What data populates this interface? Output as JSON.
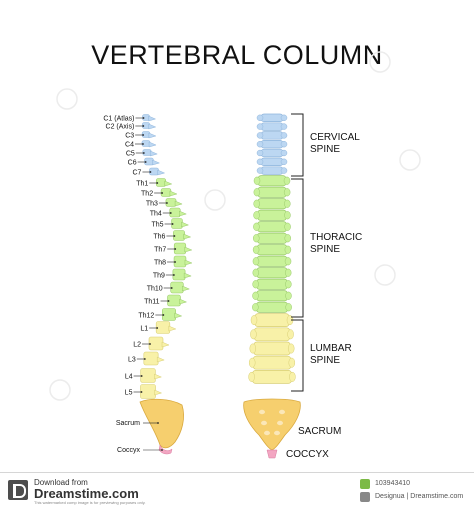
{
  "title": "VERTEBRAL COLUMN",
  "left_labels": [
    "C1 (Atlas)",
    "C2 (Axis)",
    "C3",
    "C4",
    "C5",
    "C6",
    "C7",
    "Th1",
    "Th2",
    "Th3",
    "Th4",
    "Th5",
    "Th6",
    "Th7",
    "Th8",
    "Th9",
    "Th10",
    "Th11",
    "Th12",
    "L1",
    "L2",
    "L3",
    "L4",
    "L5",
    "Sacrum",
    "Coccyx"
  ],
  "regions": {
    "cervical": [
      "CERVICAL",
      "SPINE"
    ],
    "thoracic": [
      "THORACIC",
      "SPINE"
    ],
    "lumbar": [
      "LUMBAR",
      "SPINE"
    ],
    "sacrum": "SACRUM",
    "coccyx": "COCCYX"
  },
  "colors": {
    "cervical": "#bcd7f2",
    "cervical_stroke": "#8fb5dc",
    "thoracic": "#c9f29a",
    "thoracic_stroke": "#99c96a",
    "lumbar": "#f8f1a8",
    "lumbar_stroke": "#d9cf74",
    "sacrum": "#f6cf6e",
    "sacrum_stroke": "#d9a93e",
    "coccyx": "#f3a6c2"
  },
  "footer": {
    "download": "Download from",
    "brand": "Dreamstime.com",
    "fine": "This watermarked comp image is for previewing purposes only.",
    "image_id": "103943410",
    "credit": "Designua | Dreamstime.com"
  }
}
